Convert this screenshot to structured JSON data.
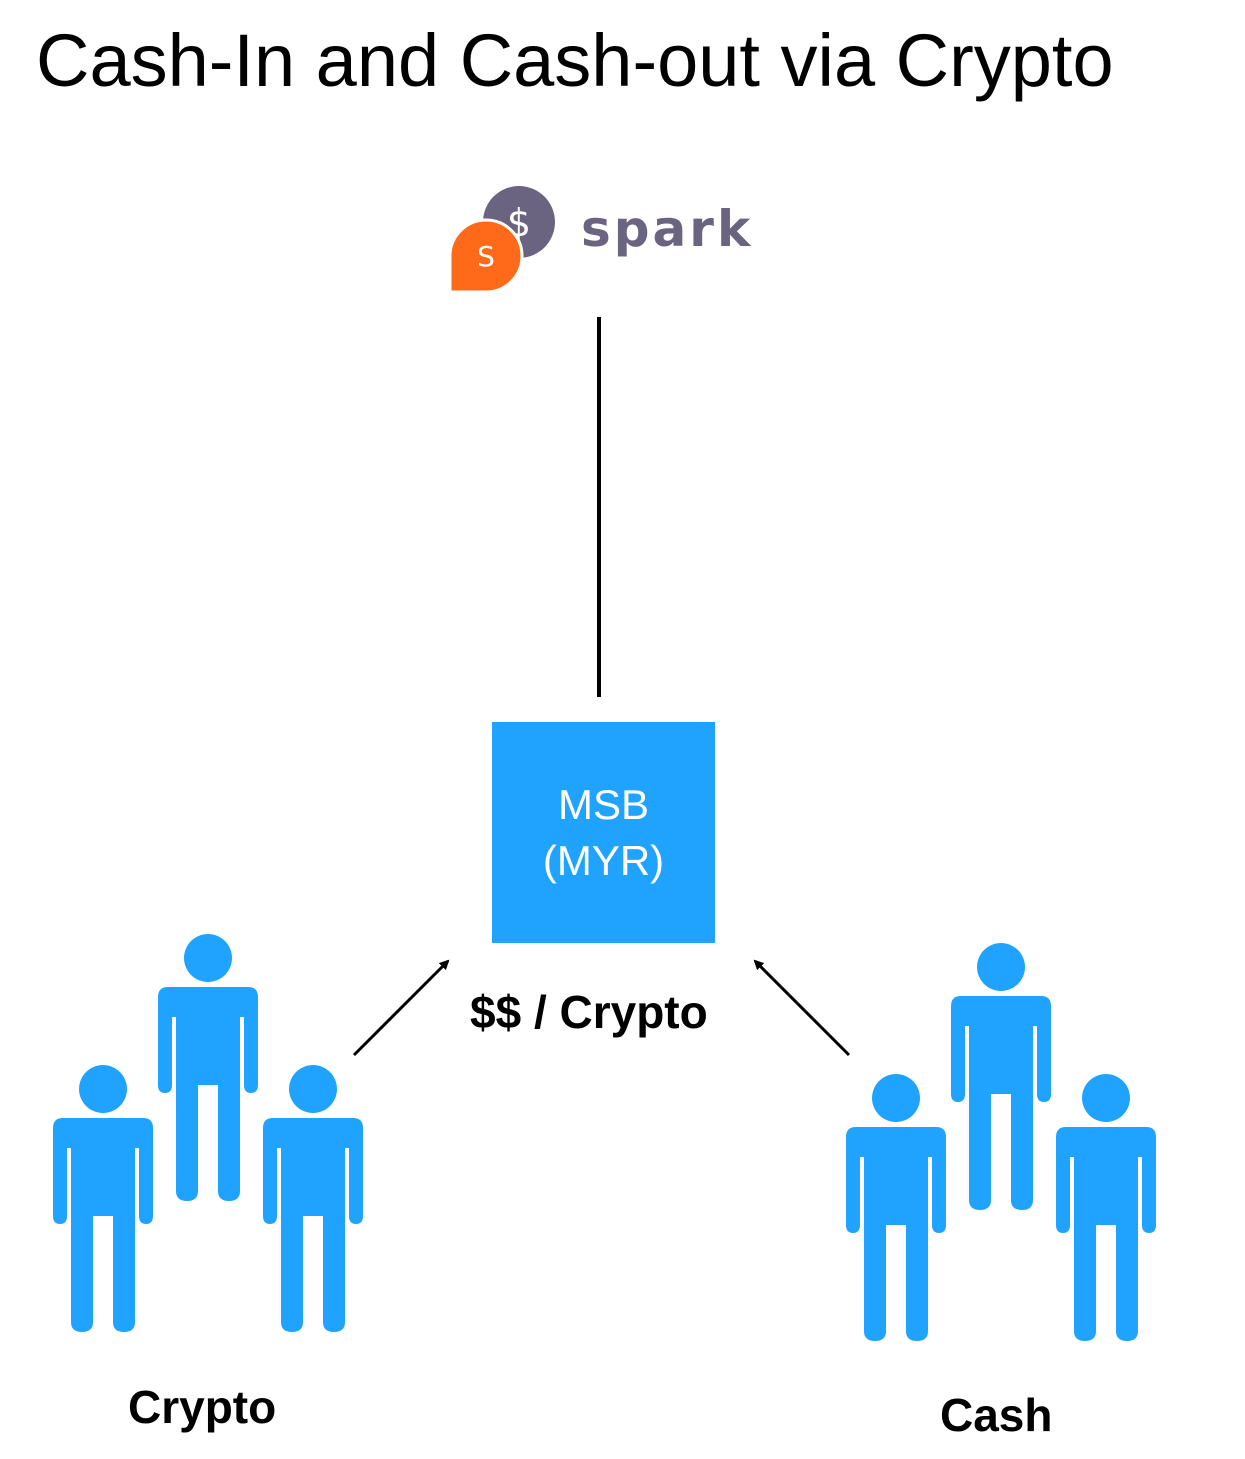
{
  "title": "Cash-In and Cash-out via Crypto",
  "logo": {
    "wordmark": "spark",
    "front_badge_letter": "S",
    "back_badge_symbol": "$",
    "wordmark_color": "#6b6480",
    "back_badge_color": "#6b6480",
    "front_badge_color": "#ff6a1a"
  },
  "msb": {
    "line1": "MSB",
    "line2": "(MYR)",
    "color": "#1fa3ff"
  },
  "flow_label": "$$ / Crypto",
  "groups": {
    "left_label": "Crypto",
    "right_label": "Cash",
    "person_color": "#1fa3ff",
    "person_icon": "person-icon"
  }
}
